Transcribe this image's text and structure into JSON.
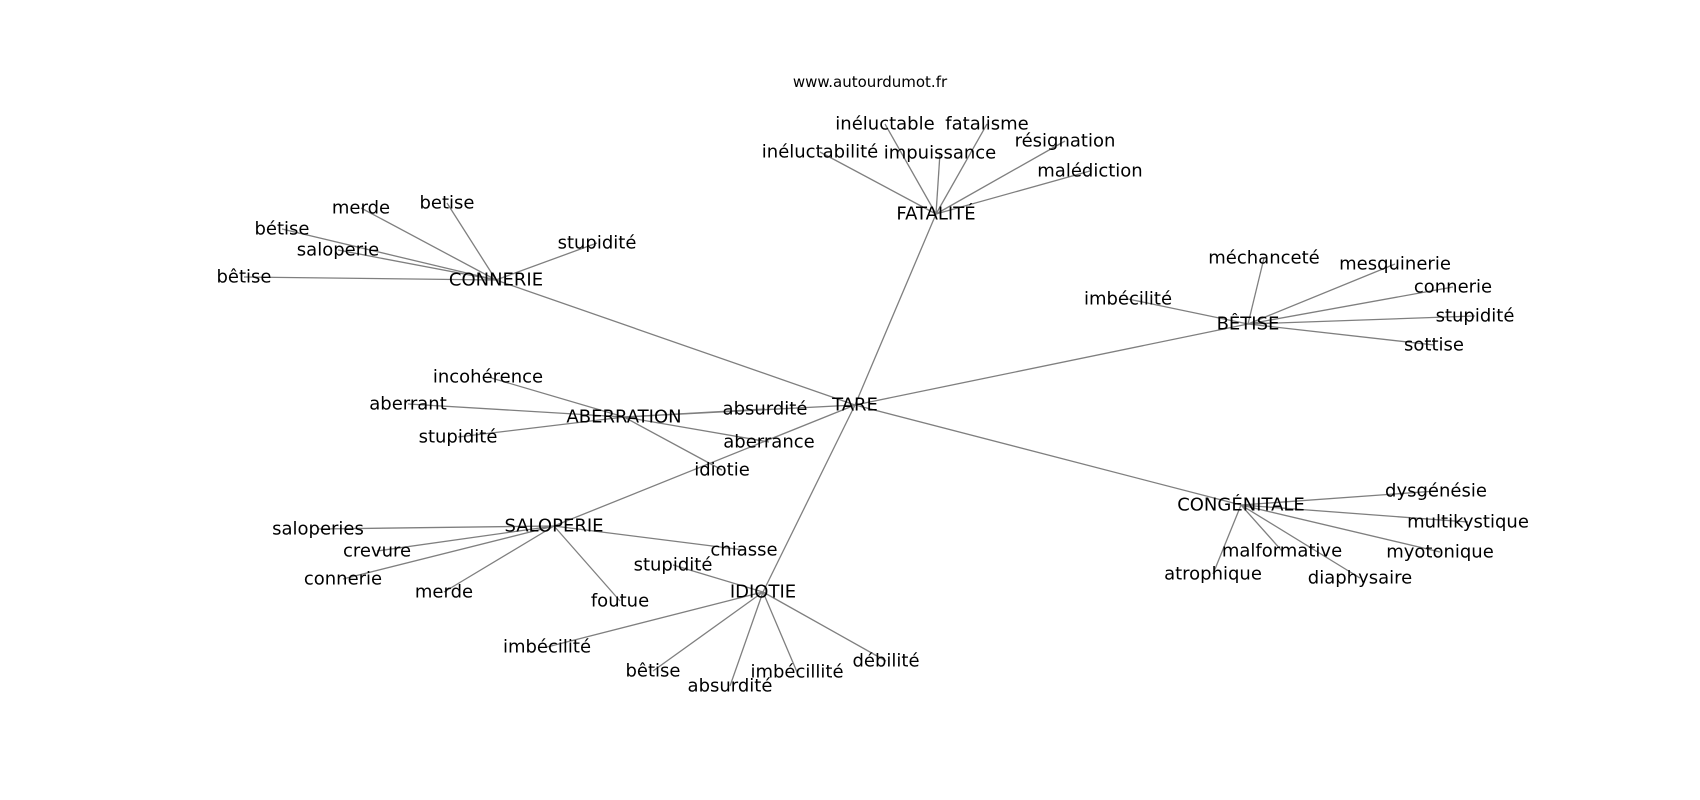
{
  "header": {
    "site": "www.autourdumot.fr"
  },
  "graph": {
    "root": "TARE",
    "clusters": [
      {
        "center": "CONNERIE",
        "words": [
          "merde",
          "betise",
          "bétise",
          "saloperie",
          "bêtise",
          "stupidité"
        ]
      },
      {
        "center": "FATALITÉ",
        "words": [
          "inéluctable",
          "fatalisme",
          "inéluctabilité",
          "impuissance",
          "résignation",
          "malédiction"
        ]
      },
      {
        "center": "BÊTISE",
        "words": [
          "méchanceté",
          "mesquinerie",
          "imbécilité",
          "connerie",
          "stupidité",
          "sottise"
        ]
      },
      {
        "center": "ABERRATION",
        "words": [
          "incohérence",
          "aberrant",
          "stupidité",
          "absurdité",
          "aberrance",
          "idiotie"
        ]
      },
      {
        "center": "SALOPERIE",
        "words": [
          "saloperies",
          "crevure",
          "connerie",
          "merde",
          "foutue",
          "chiasse"
        ]
      },
      {
        "center": "IDIOTIE",
        "words": [
          "stupidité",
          "imbécilité",
          "bêtise",
          "absurdité",
          "imbécillité",
          "débilité"
        ]
      },
      {
        "center": "CONGÉNITALE",
        "words": [
          "dysgénésie",
          "multikystique",
          "malformative",
          "myotonique",
          "atrophique",
          "diaphysaire"
        ]
      }
    ]
  }
}
